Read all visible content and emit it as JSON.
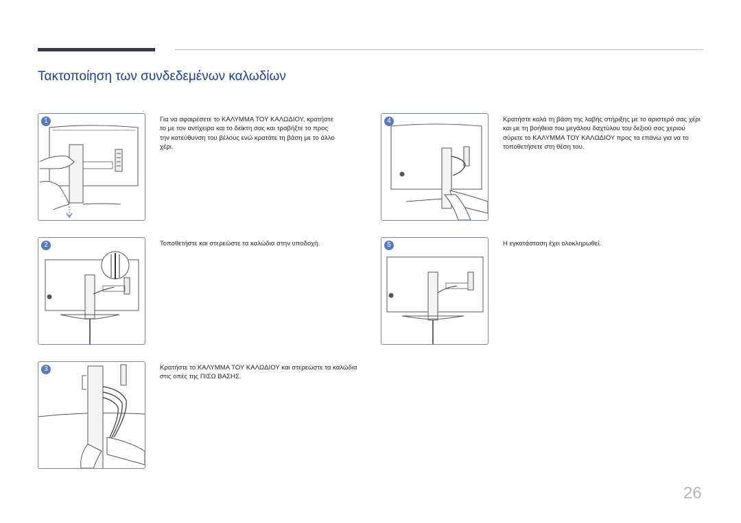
{
  "page": {
    "title": "Τακτοποίηση των συνδεδεμένων καλωδίων",
    "page_number": "26"
  },
  "steps": [
    {
      "number": "1",
      "text": "Για να αφαιρέσετε το ΚΑΛΥΜΜΑ ΤΟΥ ΚΑΛΩΔΙΟΥ, κρατήστε το με τον αντίχειρα και το δείκτη σας και τραβήξτε το προς την κατεύθυνση του βέλους ενώ κρατάτε τη βάση με το άλλο χέρι."
    },
    {
      "number": "2",
      "text": "Τοποθετήστε και στερεώστε τα καλώδια στην υποδοχή."
    },
    {
      "number": "3",
      "text": "Κρατήστε το ΚΑΛΥΜΜΑ ΤΟΥ ΚΑΛΩΔΙΟΥ και στερεώστε τα καλώδια στις οπές της ΠΙΣΩ ΒΑΣΗΣ."
    },
    {
      "number": "4",
      "text": "Κρατήστε καλά τη βάση της λαβής στήριξης με το αριστερό σας χέρι και με τη βοήθεια του μεγάλου δαχτύλου του δεξιού σας χεριού σύρετε το ΚΑΛΥΜΜΑ ΤΟΥ ΚΑΛΩΔΙΟΥ προς τα επάνω για να το τοποθετήσετε στη θέση του."
    },
    {
      "number": "5",
      "text": "Η εγκατάσταση έχει ολοκληρωθεί."
    }
  ],
  "colors": {
    "accent_bar": "#3b3548",
    "title": "#1c3f8c",
    "step_badge": "#5a79b8",
    "frame_border": "#6d87c1",
    "page_number": "#b5b5b5"
  }
}
